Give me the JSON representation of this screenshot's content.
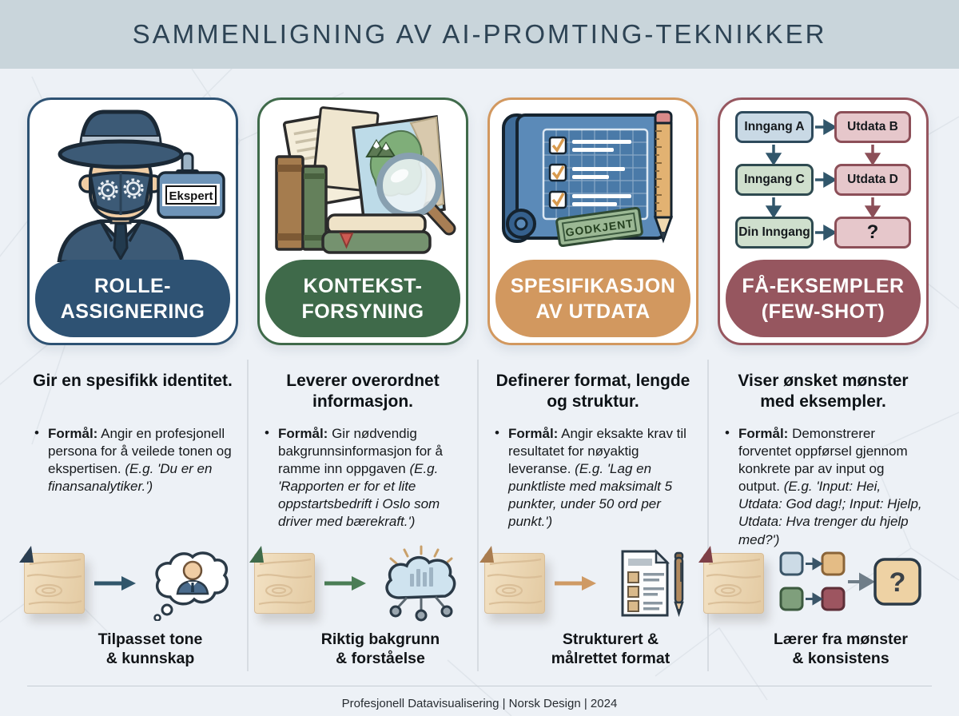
{
  "header": {
    "title": "SAMMENLIGNING AV AI-PROMTING-TEKNIKKER"
  },
  "palette": {
    "header_bg": "#c9d5db",
    "page_bg": "#edf1f6",
    "accent_blue": "#2e5273",
    "accent_green": "#3f6a4a",
    "accent_orange": "#d2985f",
    "accent_maroon": "#96565f"
  },
  "columns": [
    {
      "title": "ROLLE-\nASSIGNERING",
      "badge_label": "Ekspert",
      "summary": "Gir en spesifikk identitet.",
      "formal_label": "Formål:",
      "formal_text": " Angir en profesjonell persona for å veilede tonen og ekspertisen. ",
      "formal_example": "(E.g. 'Du er en finansanalytiker.')",
      "outcome_label": "Tilpasset tone\n& kunnskap"
    },
    {
      "title": "KONTEKST-\nFORSYNING",
      "summary": "Leverer overordnet\ninformasjon.",
      "formal_label": "Formål:",
      "formal_text": " Gir nødvendig bakgrunnsinformasjon for å ramme inn oppgaven ",
      "formal_example": "(E.g. 'Rapporten er for et lite oppstartsbedrift i Oslo som driver med bærekraft.')",
      "outcome_label": "Riktig bakgrunn\n& forståelse"
    },
    {
      "title": "SPESIFIKASJON\nAV UTDATA",
      "stamp_label": "GODKJENT",
      "summary": "Definerer format, lengde\nog struktur.",
      "formal_label": "Formål:",
      "formal_text": " Angir eksakte krav til resultatet for nøyaktig leveranse. ",
      "formal_example": "(E.g. 'Lag en punktliste med maksimalt 5 punkter, under 50 ord per punkt.')",
      "outcome_label": "Strukturert &\nmålrettet format"
    },
    {
      "title": "FÅ-EKSEMPLER\n(FEW-SHOT)",
      "nodes": [
        "Inngang A",
        "Utdata B",
        "Inngang C",
        "Utdata D",
        "Din Inngang",
        "?"
      ],
      "icon_question": "?",
      "summary": "Viser ønsket mønster\nmed eksempler.",
      "formal_label": "Formål:",
      "formal_text": " Demonstrerer forventet oppførsel gjennom konkrete par av input og output. ",
      "formal_example": "(E.g. 'Input: Hei, Utdata: God dag!; Input: Hjelp, Utdata: Hva trenger du hjelp med?')",
      "outcome_label": "Lærer fra mønster\n& konsistens"
    }
  ],
  "footer": {
    "text": "Profesjonell Datavisualisering | Norsk Design | 2024"
  }
}
